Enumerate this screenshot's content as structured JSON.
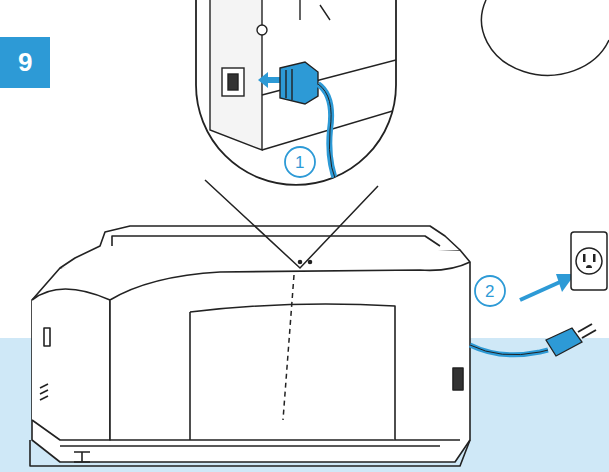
{
  "diagram": {
    "labels": [
      "9",
      "1",
      "2"
    ]
  }
}
